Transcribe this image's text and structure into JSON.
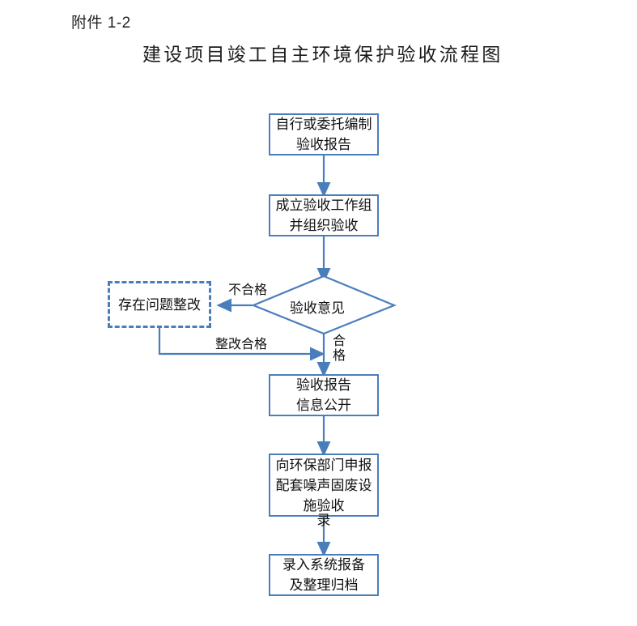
{
  "page": {
    "attachment_label": "附件 1-2",
    "title": "建设项目竣工自主环境保护验收流程图",
    "background_color": "#ffffff"
  },
  "theme": {
    "node_border_color": "#4a7ebb",
    "connector_color": "#4a7ebb",
    "text_color": "#111111"
  },
  "flowchart": {
    "type": "flowchart",
    "orientation": "top-to-bottom",
    "nodes": [
      {
        "id": "prepare-report",
        "shape": "rectangle",
        "border_style": "solid",
        "lines": [
          "自行或委托编制",
          "验收报告"
        ]
      },
      {
        "id": "form-group",
        "shape": "rectangle",
        "border_style": "solid",
        "lines": [
          "成立验收工作组",
          "并组织验收"
        ]
      },
      {
        "id": "rectify-issues",
        "shape": "rectangle",
        "border_style": "dashed",
        "lines": [
          "存在问题整改"
        ]
      },
      {
        "id": "acceptance-opinion",
        "shape": "diamond",
        "border_style": "solid",
        "lines": [
          "验收意见"
        ]
      },
      {
        "id": "publish-report",
        "shape": "rectangle",
        "border_style": "solid",
        "lines": [
          "验收报告",
          "信息公开"
        ]
      },
      {
        "id": "declare-to-epb",
        "shape": "rectangle",
        "border_style": "solid",
        "lines": [
          "向环保部门申报",
          "配套噪声固废设",
          "施验收"
        ],
        "overflow_char": "录"
      },
      {
        "id": "system-filing",
        "shape": "rectangle",
        "border_style": "solid",
        "lines": [
          "录入系统报备",
          "及整理归档"
        ]
      }
    ],
    "edges": [
      {
        "from": "prepare-report",
        "to": "form-group",
        "label": ""
      },
      {
        "from": "form-group",
        "to": "acceptance-opinion",
        "label": ""
      },
      {
        "from": "acceptance-opinion",
        "to": "rectify-issues",
        "label": "不合格"
      },
      {
        "from": "rectify-issues",
        "to": "publish-report",
        "label": "整改合格"
      },
      {
        "from": "acceptance-opinion",
        "to": "publish-report",
        "label": "合格"
      },
      {
        "from": "publish-report",
        "to": "declare-to-epb",
        "label": ""
      },
      {
        "from": "declare-to-epb",
        "to": "system-filing",
        "label": ""
      }
    ]
  }
}
